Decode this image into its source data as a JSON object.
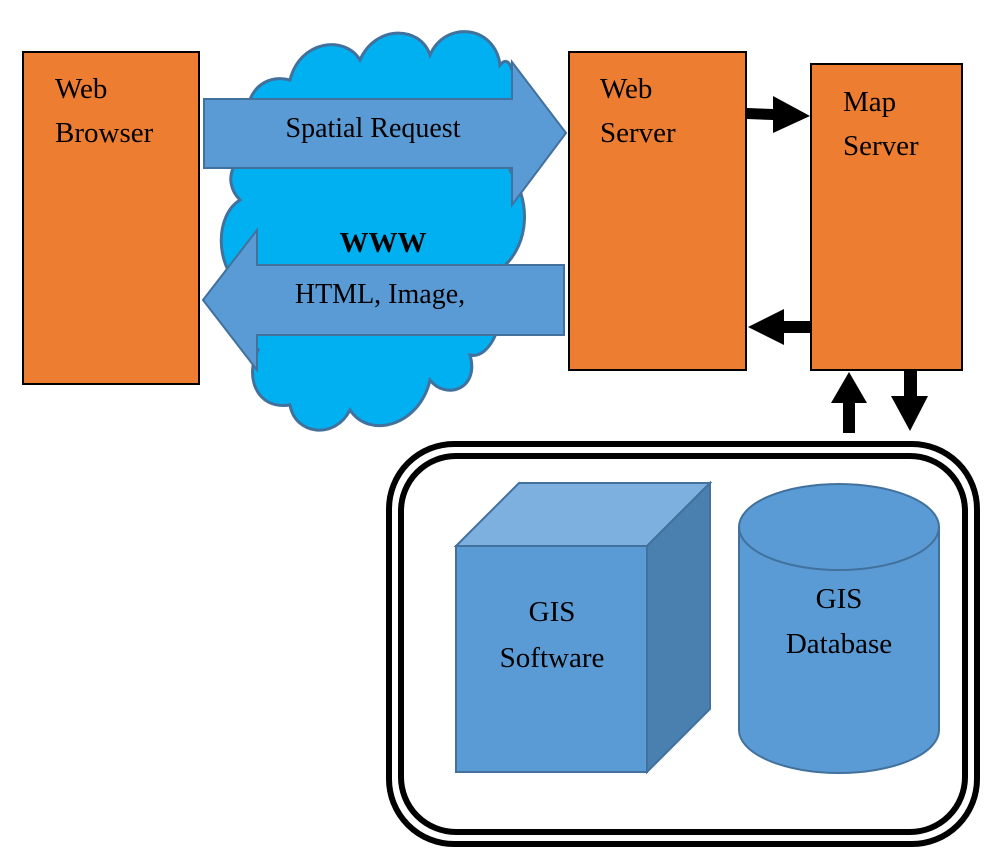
{
  "diagram": {
    "title": "Web GIS architecture",
    "colors": {
      "component_fill": "#ED7D31",
      "component_stroke": "#000000",
      "cloud_fill": "#00B0F0",
      "cloud_stroke": "#41719C",
      "block_arrow_fill": "#5B9BD5",
      "block_arrow_stroke": "#41719C",
      "cube_front": "#5B9BD5",
      "cube_top": "#7EB0DF",
      "cube_side": "#4A80B0",
      "cylinder_fill": "#5B9BD5",
      "connector": "#000000"
    },
    "nodes": {
      "web_browser": {
        "line1": "Web",
        "line2": "Browser"
      },
      "web_server": {
        "line1": "Web",
        "line2": "Server"
      },
      "map_server": {
        "line1": "Map",
        "line2": "Server"
      },
      "internet": {
        "label": "WWW"
      },
      "gis_software": {
        "line1": "GIS",
        "line2": "Software"
      },
      "gis_database": {
        "line1": "GIS",
        "line2": "Database"
      }
    },
    "edges": {
      "spatial_request": {
        "label": "Spatial Request",
        "from": "Web Browser",
        "to": "Web Server"
      },
      "response": {
        "label": "HTML, Image,",
        "from": "Web Server",
        "to": "Web Browser"
      },
      "web_to_map": {
        "from": "Web Server",
        "to": "Map Server"
      },
      "map_to_web": {
        "from": "Map Server",
        "to": "Web Server"
      },
      "gis_to_map": {
        "from": "GIS Container",
        "to": "Map Server"
      },
      "map_to_gis": {
        "from": "Map Server",
        "to": "GIS Container"
      }
    }
  }
}
